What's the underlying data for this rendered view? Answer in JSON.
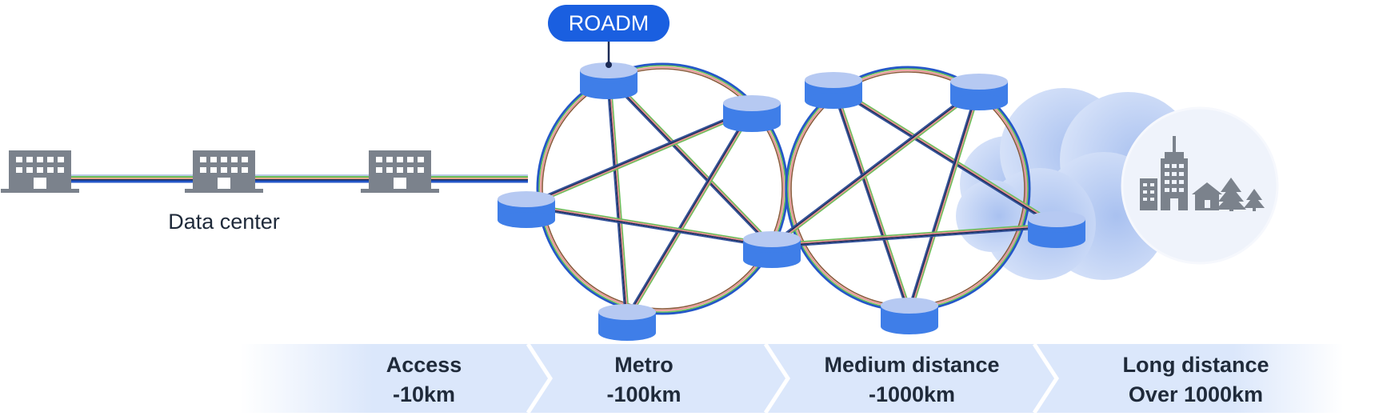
{
  "roadm_label": "ROADM",
  "data_center_label": "Data center",
  "segments": [
    {
      "name": "Access",
      "distance": "-10km"
    },
    {
      "name": "Metro",
      "distance": "-100km"
    },
    {
      "name": "Medium distance",
      "distance": "-1000km"
    },
    {
      "name": "Long distance",
      "distance": "Over 1000km"
    }
  ],
  "colors": {
    "node_top": "#b6c9f2",
    "node_side": "#3f7ee8",
    "roadm_badge": "#1a5fe0",
    "building": "#7b828c",
    "band": "#dbe7fb",
    "cloud": "#c9d8f6",
    "text": "#1f2a3a",
    "fiber": [
      "#2457c8",
      "#6cbf5a",
      "#e88a8a",
      "#1b2a55"
    ]
  },
  "icons": [
    "building-icon",
    "database-node-icon",
    "city-icon",
    "tree-icon",
    "house-icon",
    "cloud-icon"
  ]
}
